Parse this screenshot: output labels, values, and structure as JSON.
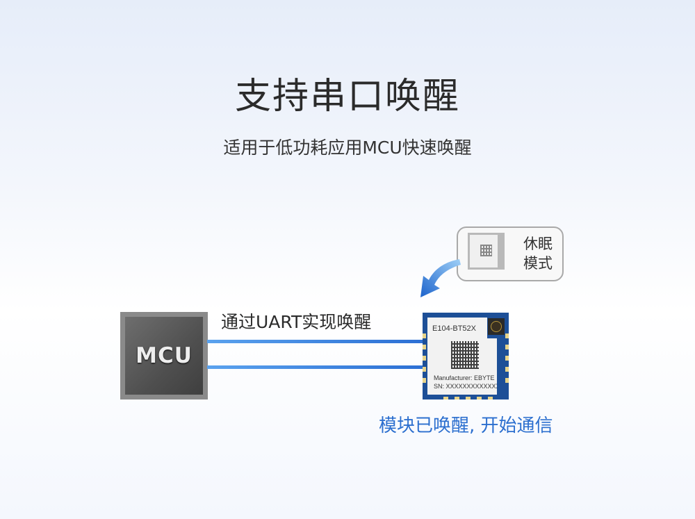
{
  "title": "支持串口唤醒",
  "subtitle": "适用于低功耗应用MCU快速唤醒",
  "mcu": {
    "label": "MCU"
  },
  "link": {
    "label": "通过UART实现唤醒"
  },
  "module": {
    "model": "E104-BT52X",
    "manufacturer": "Manufacturer: EBYTE",
    "sn": "SN: XXXXXXXXXXXXX"
  },
  "sleep_bubble": {
    "line1": "休眠",
    "line2": "模式"
  },
  "status": "模块已唤醒, 开始通信",
  "colors": {
    "accent": "#2c6fcf",
    "pcb": "#1d4f97",
    "line": "#2b6fd4"
  },
  "icons": {
    "arrow": "curved-arrow-icon",
    "qr": "qr-code-icon",
    "antenna": "antenna-connector-icon"
  }
}
